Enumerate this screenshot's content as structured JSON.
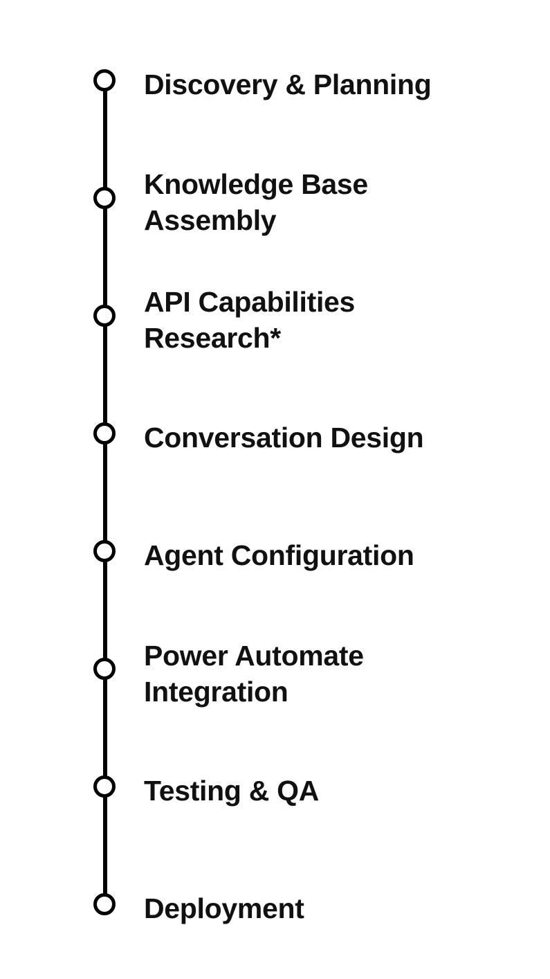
{
  "timeline": {
    "steps": [
      {
        "label": "Discovery & Planning"
      },
      {
        "label": "Knowledge Base Assembly"
      },
      {
        "label": "API Capabilities Research*"
      },
      {
        "label": "Conversation Design"
      },
      {
        "label": "Agent Configuration"
      },
      {
        "label": "Power Automate Integration"
      },
      {
        "label": "Testing & QA"
      },
      {
        "label": "Deployment"
      }
    ]
  },
  "colors": {
    "line": "#000000",
    "node_fill": "#ffffff",
    "text": "#111111"
  }
}
